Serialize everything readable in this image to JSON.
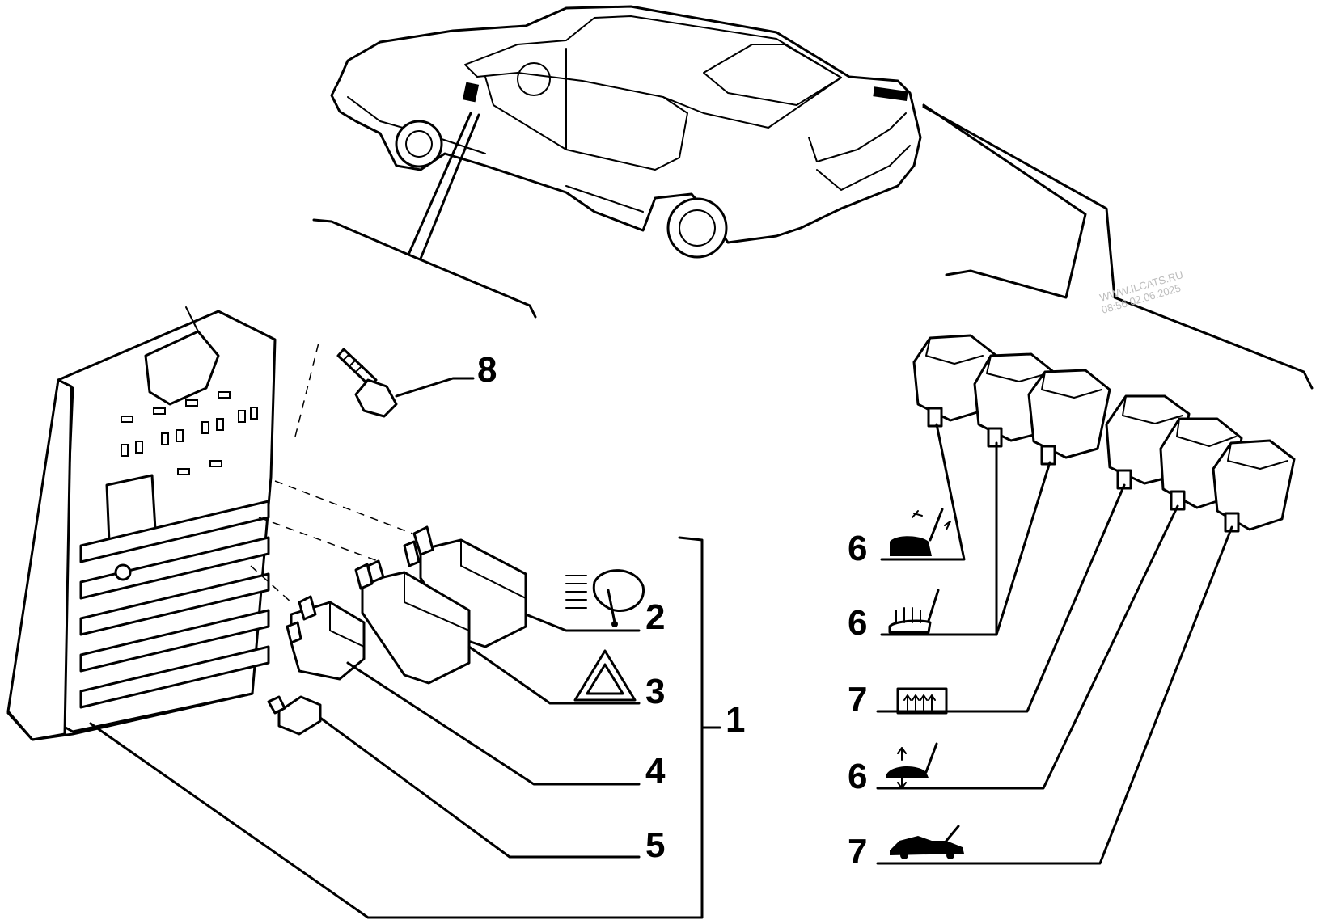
{
  "watermark": {
    "line1": "WWW.ILCATS.RU",
    "line2": "08:56 02.06.2025"
  },
  "callouts": {
    "fuse_box": "1",
    "relay_wiper": "2",
    "relay_hazard": "3",
    "relay_small": "4",
    "fuse_mini": "5",
    "screw": "8"
  },
  "relay_list": [
    {
      "label": "6",
      "icon": "seat-slide-icon"
    },
    {
      "label": "6",
      "icon": "seat-heater-icon"
    },
    {
      "label": "7",
      "icon": "rear-defrost-icon"
    },
    {
      "label": "6",
      "icon": "seat-height-icon"
    },
    {
      "label": "7",
      "icon": "trunk-open-icon"
    }
  ],
  "icons": {
    "wiper": "wiper-icon",
    "hazard": "hazard-triangle-icon"
  }
}
